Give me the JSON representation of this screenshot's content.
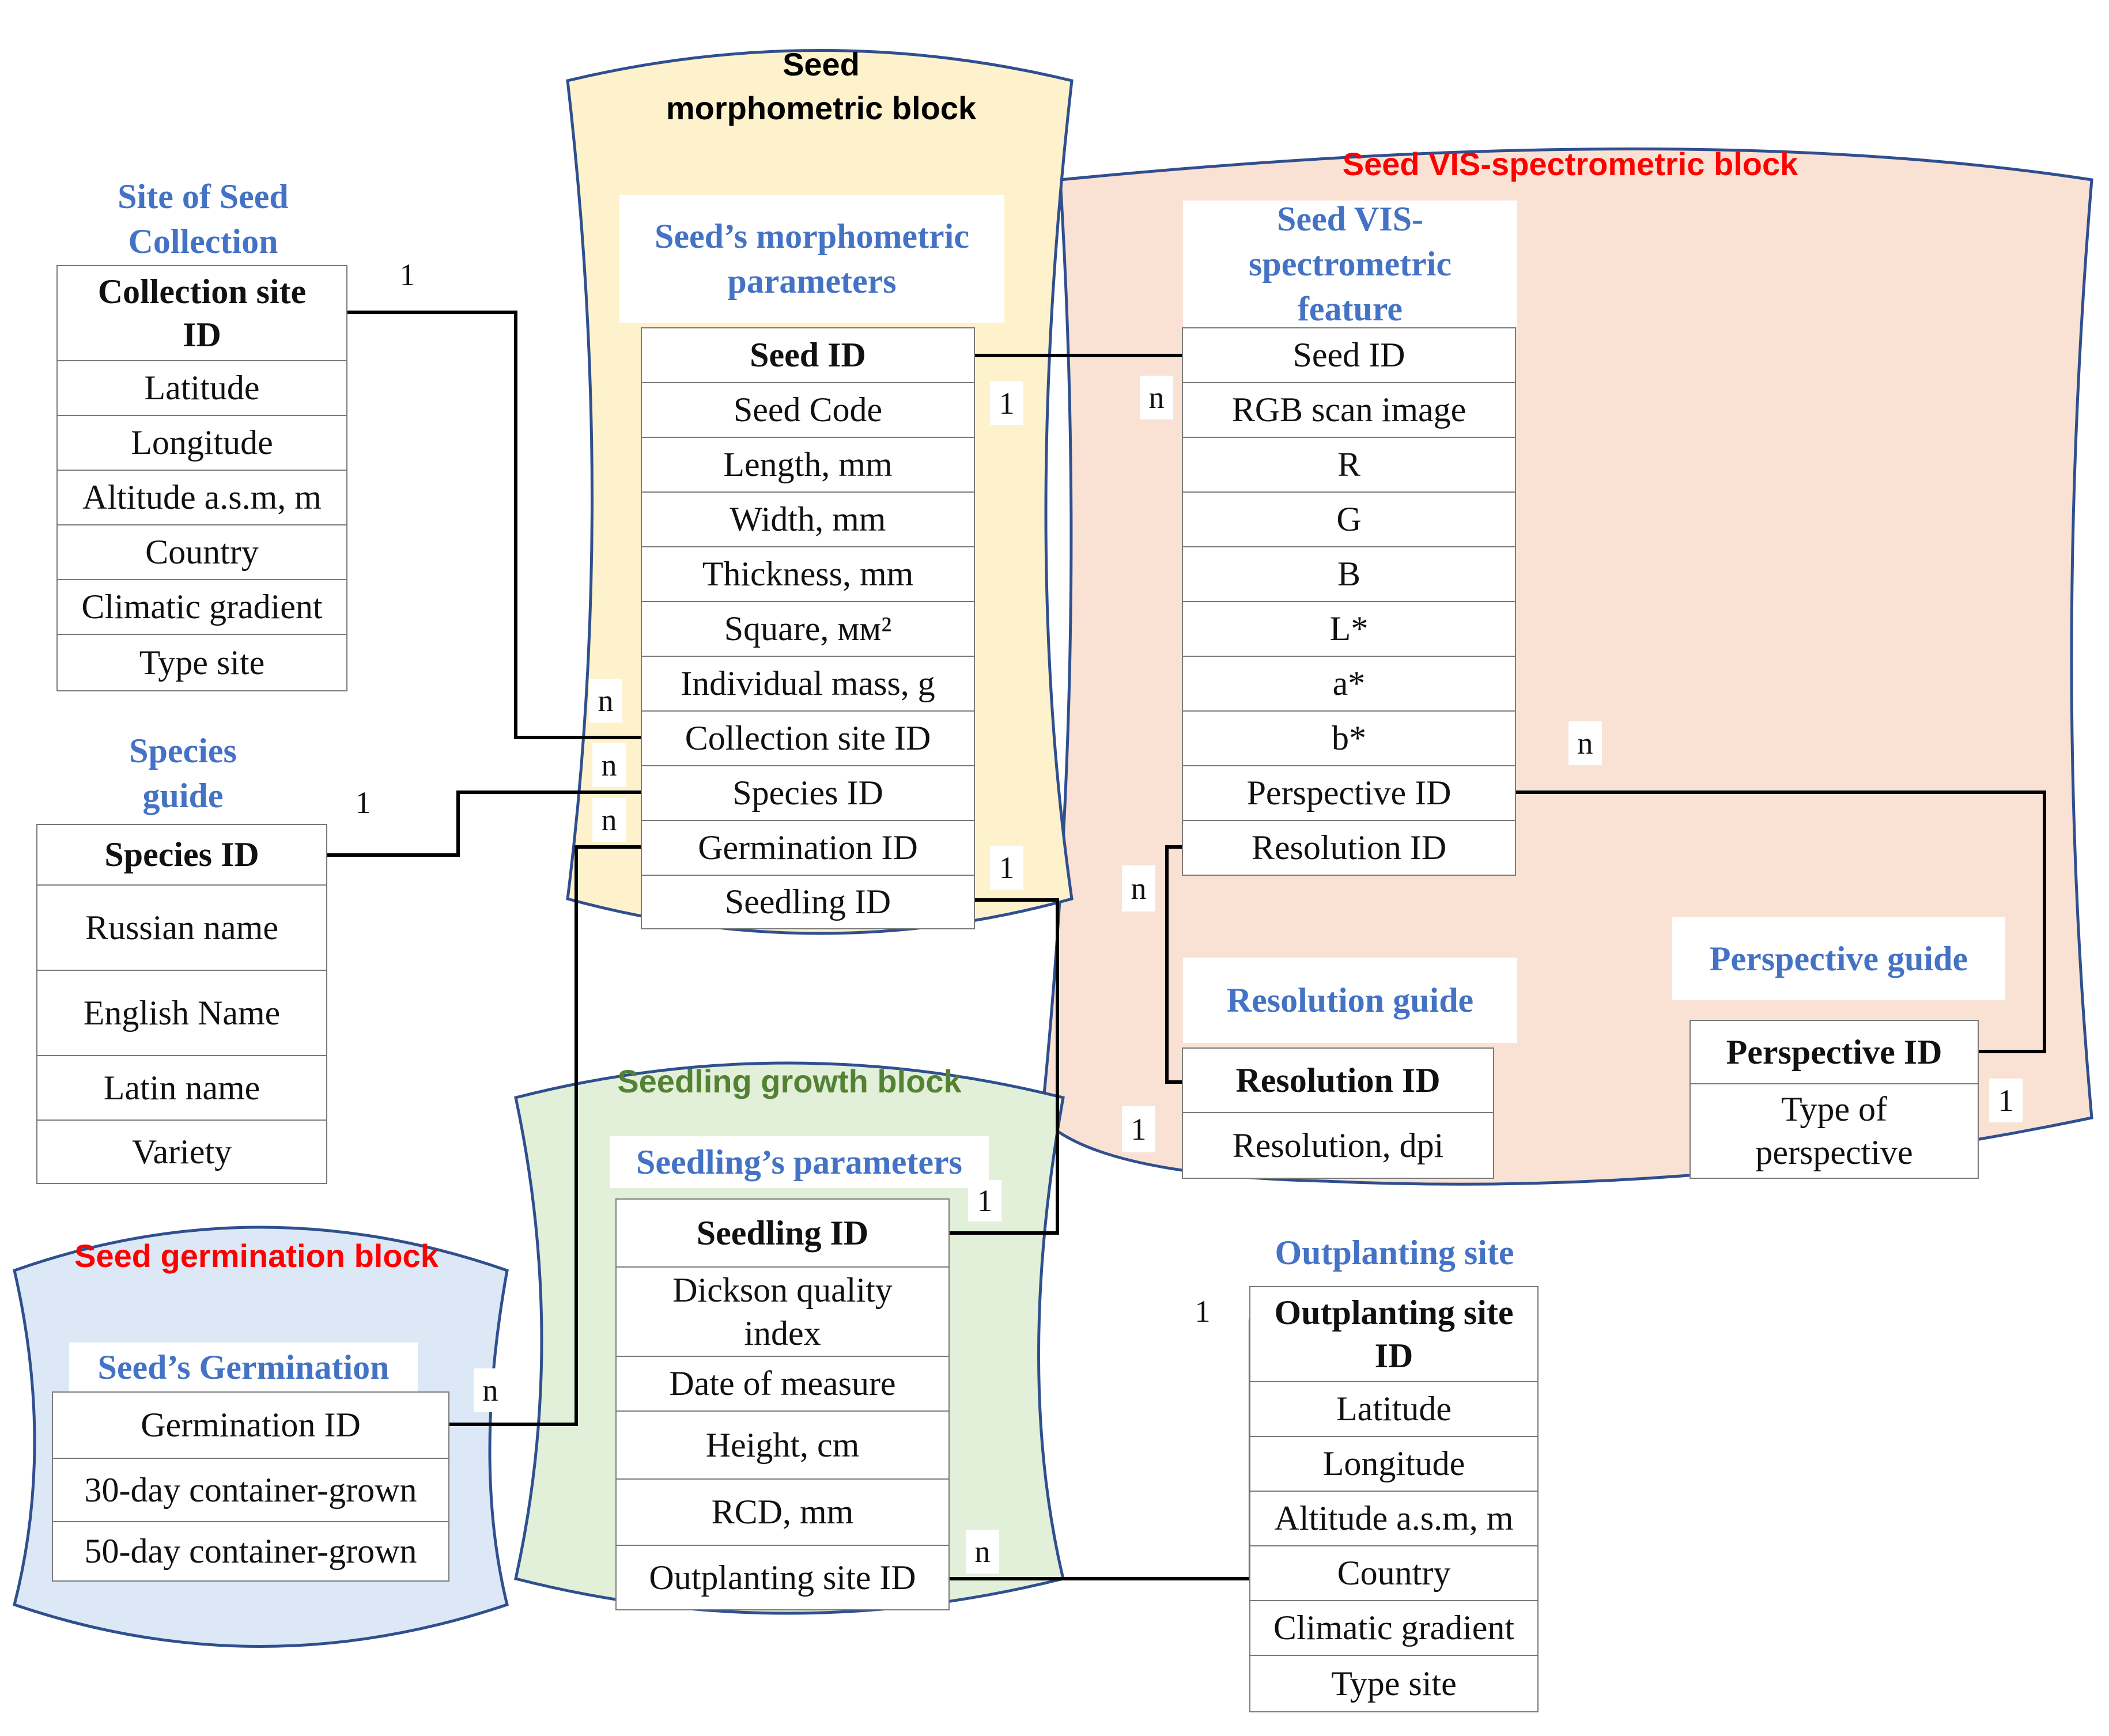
{
  "blocks": {
    "morpho": "Seed\nmorphometric block",
    "vis": "Seed VIS-spectrometric block",
    "growth": "Seedling growth block",
    "germ": "Seed germination block"
  },
  "colors": {
    "morpho_fill": "#fef2cc",
    "vis_fill": "#f9e2d4",
    "growth_fill": "#e2efd9",
    "germ_fill": "#dce8f5",
    "block_border": "#2f4f8f",
    "title_blue": "#4472c4",
    "title_red": "#ff0000",
    "title_green": "#548235"
  },
  "tables": {
    "collection": {
      "title": "Site of Seed\nCollection",
      "key": "Collection site\nID",
      "rows": [
        "Latitude",
        "Longitude",
        "Altitude a.s.m, m",
        "Country",
        "Climatic gradient",
        "Type site"
      ]
    },
    "species": {
      "title": "Species\nguide",
      "key": "Species ID",
      "rows": [
        "Russian name",
        "English Name",
        "Latin name",
        "Variety"
      ]
    },
    "germination": {
      "title": "Seed’s Germination",
      "rows": [
        "Germination ID",
        "30-day container-grown",
        "50-day container-grown"
      ]
    },
    "morphometric": {
      "title": "Seed’s morphometric\nparameters",
      "key": "Seed ID",
      "rows": [
        "Seed Code",
        "Length, mm",
        "Width, mm",
        "Thickness, mm",
        "Square, мм²",
        "Individual mass, g",
        "Collection site ID",
        "Species ID",
        "Germination ID",
        "Seedling ID"
      ]
    },
    "vis": {
      "title": "Seed VIS-\nspectrometric\nfeature",
      "rows": [
        "Seed ID",
        "RGB scan image",
        "R",
        "G",
        "B",
        "L*",
        "a*",
        "b*",
        "Perspective ID",
        "Resolution ID"
      ]
    },
    "resolution": {
      "title": "Resolution guide",
      "key": "Resolution ID",
      "rows": [
        "Resolution, dpi"
      ]
    },
    "perspective": {
      "title": "Perspective guide",
      "key": "Perspective ID",
      "rows": [
        "Type of\nperspective"
      ]
    },
    "seedling": {
      "title": "Seedling’s parameters",
      "key": "Seedling ID",
      "rows": [
        "Dickson quality\nindex",
        "Date of measure",
        "Height, cm",
        "RCD, mm",
        "Outplanting site ID"
      ]
    },
    "outplanting": {
      "title": "Outplanting site",
      "key": "Outplanting site\nID",
      "rows": [
        "Latitude",
        "Longitude",
        "Altitude a.s.m, m",
        "Country",
        "Climatic gradient",
        "Type site"
      ]
    }
  },
  "cardinality": {
    "c1": "1",
    "c2": "1",
    "c3": "n",
    "c4": "1",
    "c5": "n",
    "c6": "n",
    "c7": "n",
    "c8": "1",
    "c9": "n",
    "c10": "1",
    "c11": "n",
    "c12": "1",
    "c13": "1",
    "c14": "n",
    "c15": "1",
    "c16": "n"
  }
}
